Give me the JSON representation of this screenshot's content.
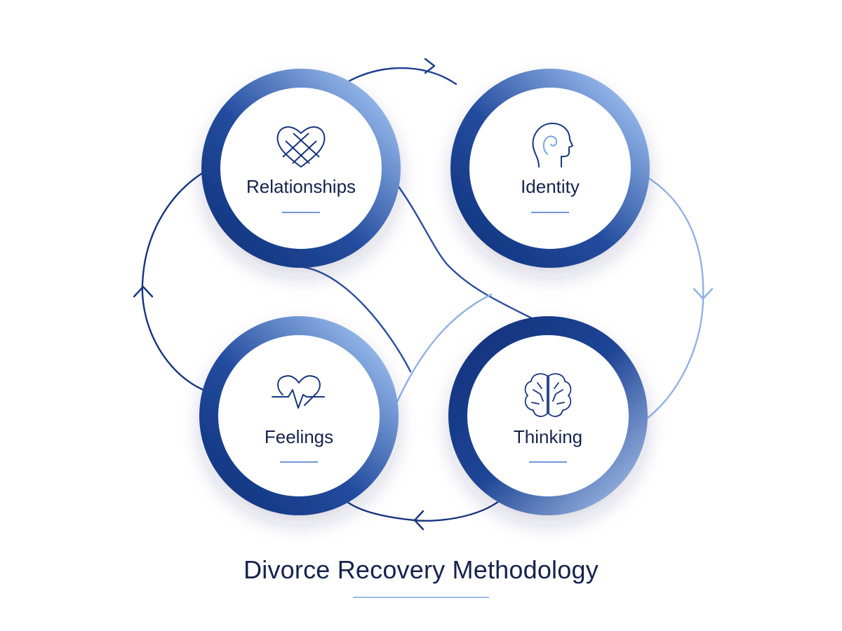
{
  "title": "Divorce Recovery Methodology",
  "nodes": [
    {
      "id": "relationships",
      "label": "Relationships",
      "icon": "heart-mesh-icon"
    },
    {
      "id": "identity",
      "label": "Identity",
      "icon": "head-profile-icon"
    },
    {
      "id": "feelings",
      "label": "Feelings",
      "icon": "heartbeat-icon"
    },
    {
      "id": "thinking",
      "label": "Thinking",
      "icon": "brain-icon"
    }
  ],
  "colors": {
    "dark_blue": "#0f2f78",
    "mid_blue": "#2d59b0",
    "light_blue": "#9fc0ec",
    "text": "#16234d"
  }
}
